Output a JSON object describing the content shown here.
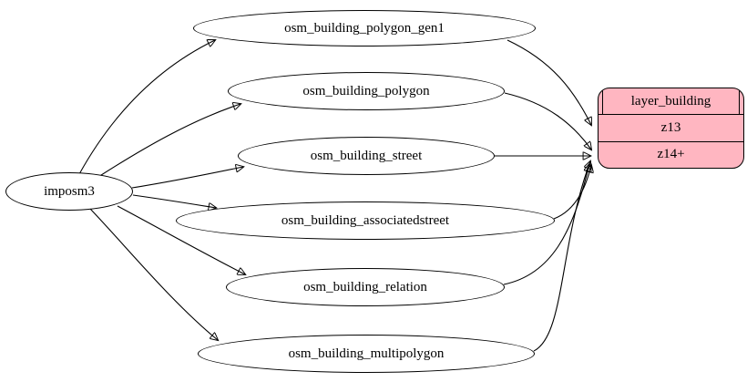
{
  "diagram": {
    "type": "etl-graph",
    "background_color": "#ffffff",
    "edge_color": "#000000",
    "source": {
      "label": "imposm3"
    },
    "tables": [
      {
        "label": "osm_building_polygon_gen1",
        "feeds": "z13"
      },
      {
        "label": "osm_building_polygon",
        "feeds": "z14+"
      },
      {
        "label": "osm_building_street",
        "feeds": "z14+"
      },
      {
        "label": "osm_building_associatedstreet",
        "feeds": "z14+"
      },
      {
        "label": "osm_building_relation",
        "feeds": "z14+"
      },
      {
        "label": "osm_building_multipolygon",
        "feeds": "z14+"
      }
    ],
    "layer": {
      "title": "layer_building",
      "rows": [
        {
          "label": "z13"
        },
        {
          "label": "z14+"
        }
      ],
      "fill_color": "#ffb6c1",
      "border_color": "#000000"
    },
    "edges": [
      {
        "from": "imposm3",
        "to": "osm_building_polygon_gen1"
      },
      {
        "from": "imposm3",
        "to": "osm_building_polygon"
      },
      {
        "from": "imposm3",
        "to": "osm_building_street"
      },
      {
        "from": "imposm3",
        "to": "osm_building_associatedstreet"
      },
      {
        "from": "imposm3",
        "to": "osm_building_relation"
      },
      {
        "from": "imposm3",
        "to": "osm_building_multipolygon"
      },
      {
        "from": "osm_building_polygon_gen1",
        "to": "layer_building.z13"
      },
      {
        "from": "osm_building_polygon",
        "to": "layer_building.z14+"
      },
      {
        "from": "osm_building_street",
        "to": "layer_building.z14+"
      },
      {
        "from": "osm_building_associatedstreet",
        "to": "layer_building.z14+"
      },
      {
        "from": "osm_building_relation",
        "to": "layer_building.z14+"
      },
      {
        "from": "osm_building_multipolygon",
        "to": "layer_building.z14+"
      }
    ]
  }
}
